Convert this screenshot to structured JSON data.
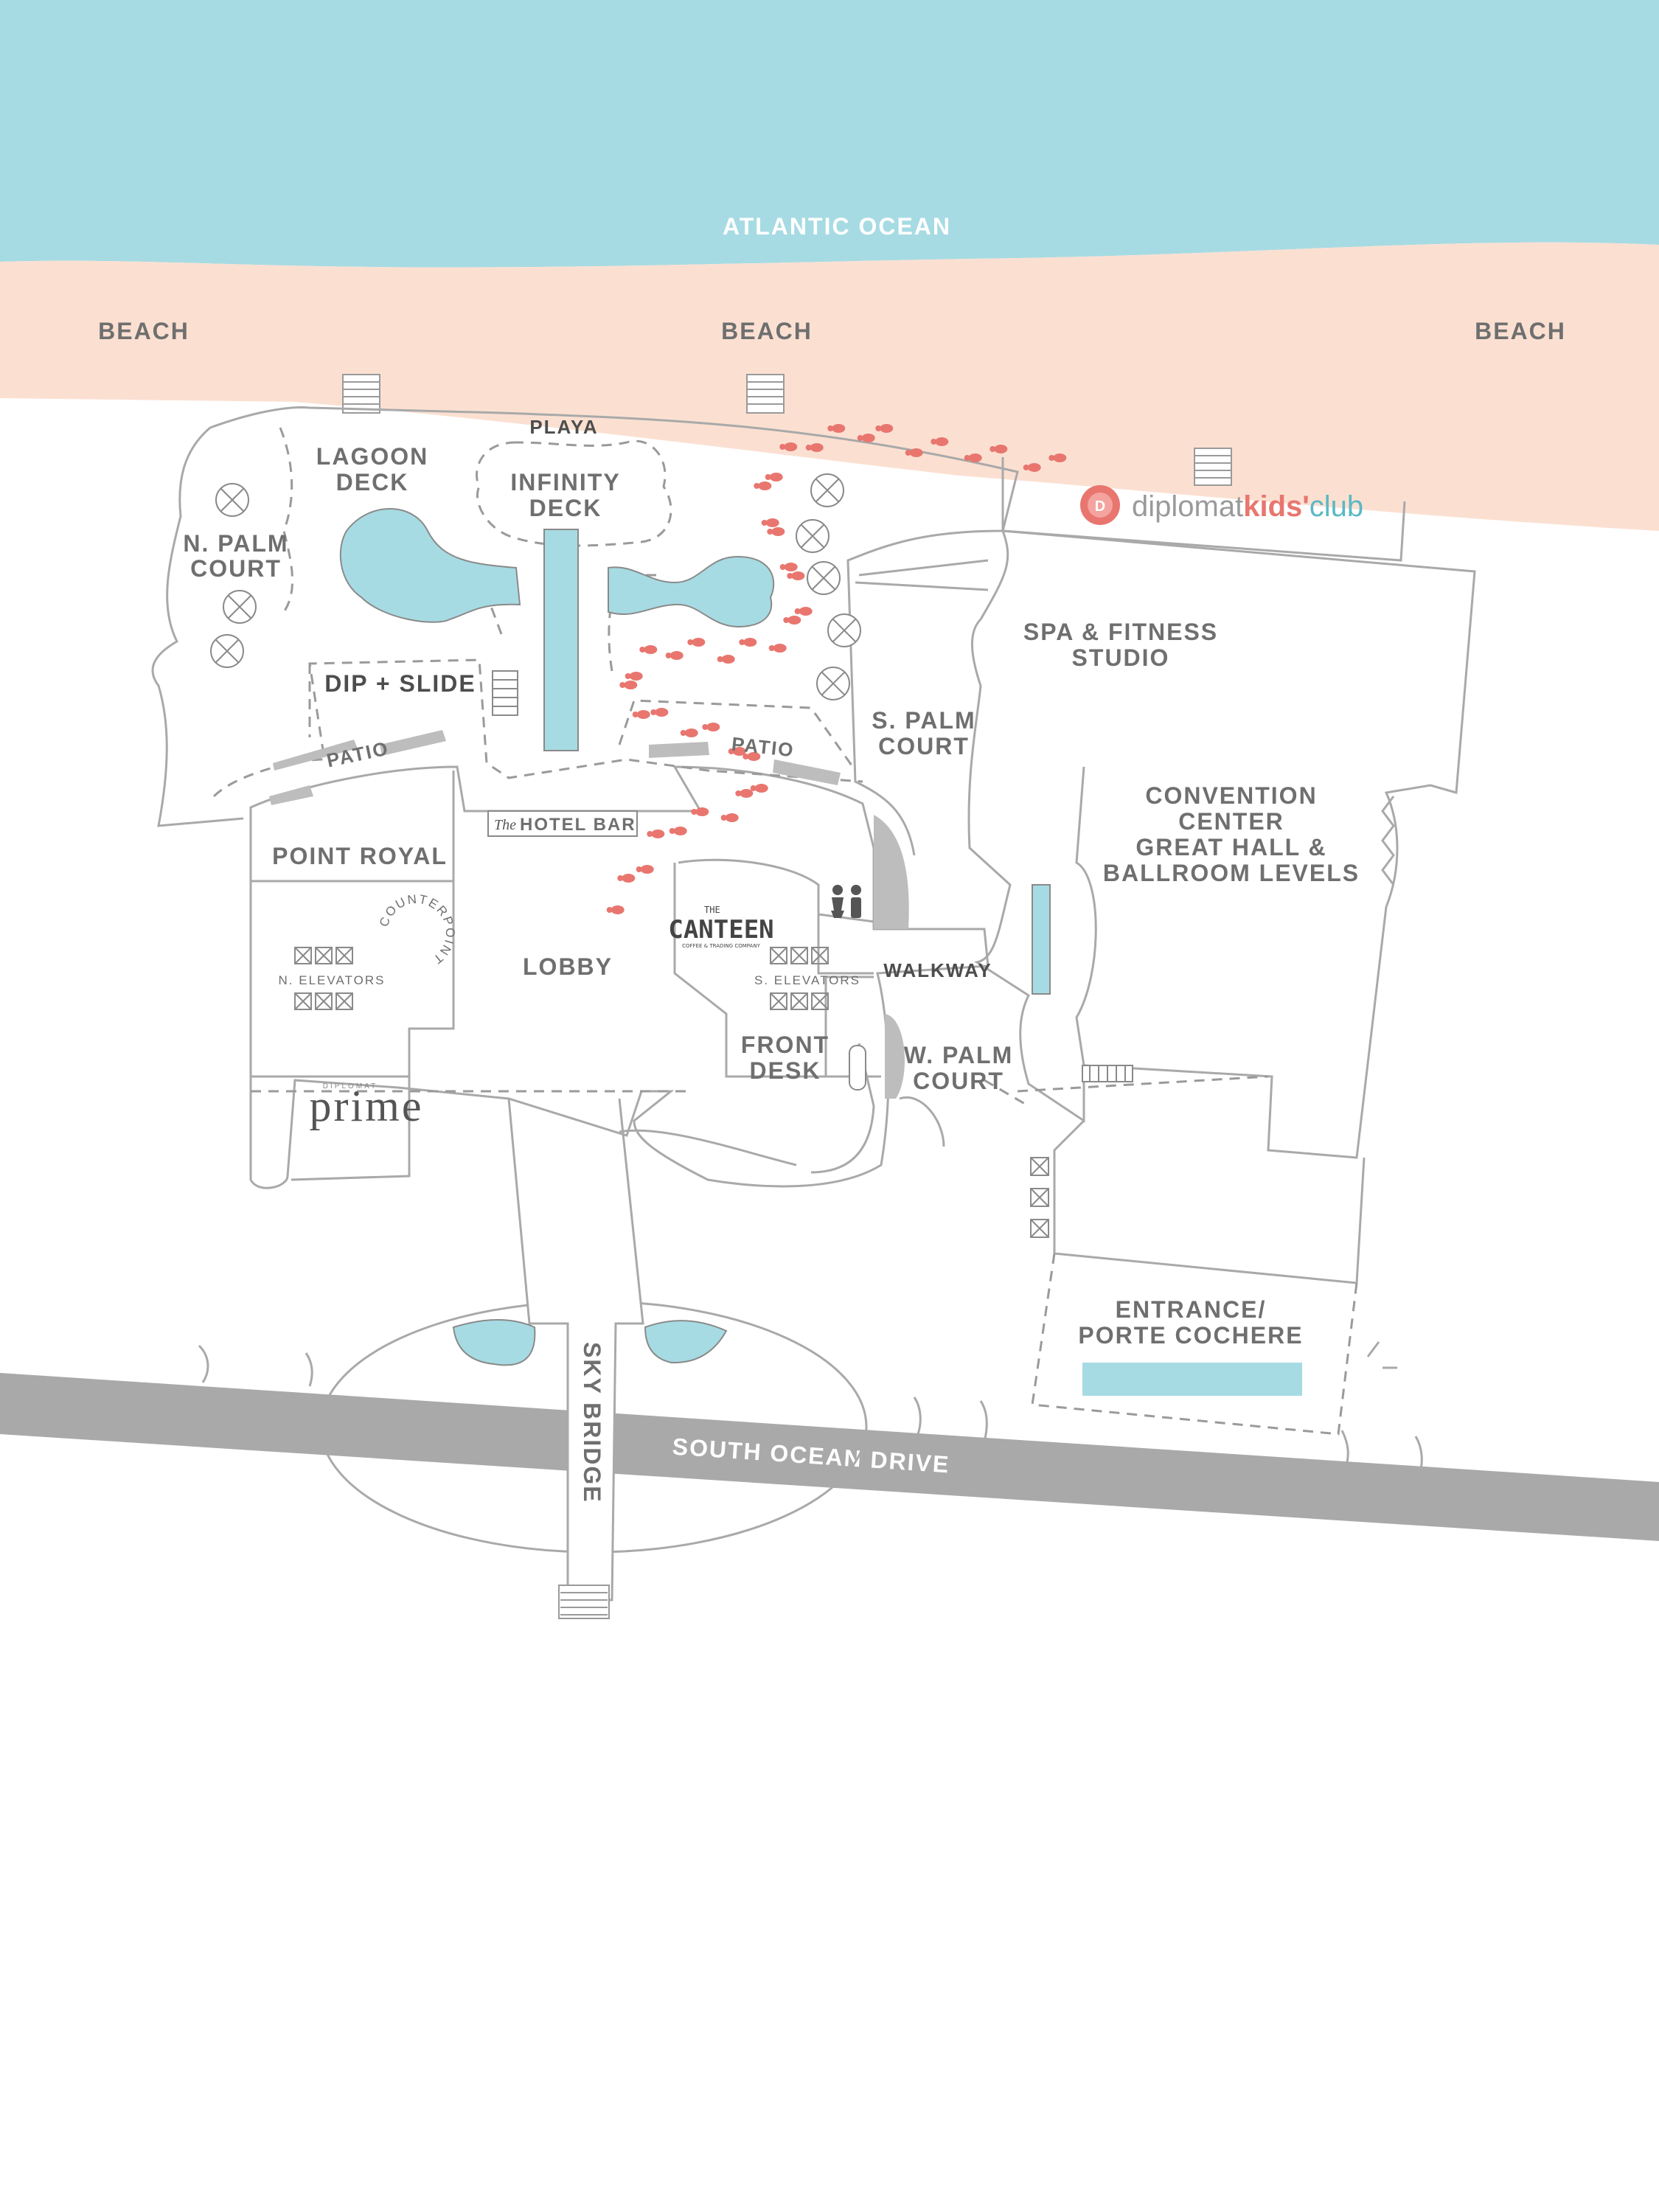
{
  "map": {
    "ocean_label": "ATLANTIC OCEAN",
    "beach_labels": [
      "BEACH",
      "BEACH",
      "BEACH"
    ],
    "road_label": "SOUTH OCEAN DRIVE",
    "sky_bridge_label": "SKY BRIDGE",
    "areas": {
      "playa": "PLAYA",
      "lagoon_deck": [
        "LAGOON",
        "DECK"
      ],
      "infinity_deck": [
        "INFINITY",
        "DECK"
      ],
      "n_palm_court": [
        "N. PALM",
        "COURT"
      ],
      "dip_slide": "DIP + SLIDE",
      "patio_left": "PATIO",
      "patio_right": "PATIO",
      "hotel_bar_prefix": "The",
      "hotel_bar": "HOTEL BAR",
      "point_royal": "POINT ROYAL",
      "counterpoint": "COUNTERPOINT",
      "n_elevators": "N. ELEVATORS",
      "lobby": "LOBBY",
      "canteen_the": "THE",
      "canteen": "CANTEEN",
      "canteen_sub": "COFFEE & TRADING COMPANY",
      "s_elevators": "S. ELEVATORS",
      "walkway": "WALKWAY",
      "front_desk": [
        "FRONT",
        "DESK"
      ],
      "w_palm_court": [
        "W. PALM",
        "COURT"
      ],
      "s_palm_court": [
        "S. PALM",
        "COURT"
      ],
      "spa": [
        "SPA & FITNESS",
        "STUDIO"
      ],
      "convention": [
        "CONVENTION",
        "CENTER",
        "GREAT HALL &",
        "BALLROOM LEVELS"
      ],
      "entrance": [
        "ENTRANCE/",
        "PORTE COCHERE"
      ],
      "prime_small": "DIPLOMAT",
      "prime": "prime"
    },
    "kids_club": {
      "badge_letter": "D",
      "word1": "diplomat",
      "word2": "kids'",
      "word3": "club"
    },
    "colors": {
      "ocean": "#a7dbe3",
      "beach": "#fbe0d2",
      "road": "#a9a9a9",
      "walls": "#a9a9a9",
      "labels": "#6f6f6f",
      "footprints": "#e8766f",
      "kids_club_accent": "#e8766f",
      "kids_club_teal": "#5bb8c4"
    },
    "icons": [
      "footprints-path-icon",
      "restroom-icon",
      "elevator-icon",
      "palm-tree-icon",
      "stairs-icon"
    ]
  }
}
